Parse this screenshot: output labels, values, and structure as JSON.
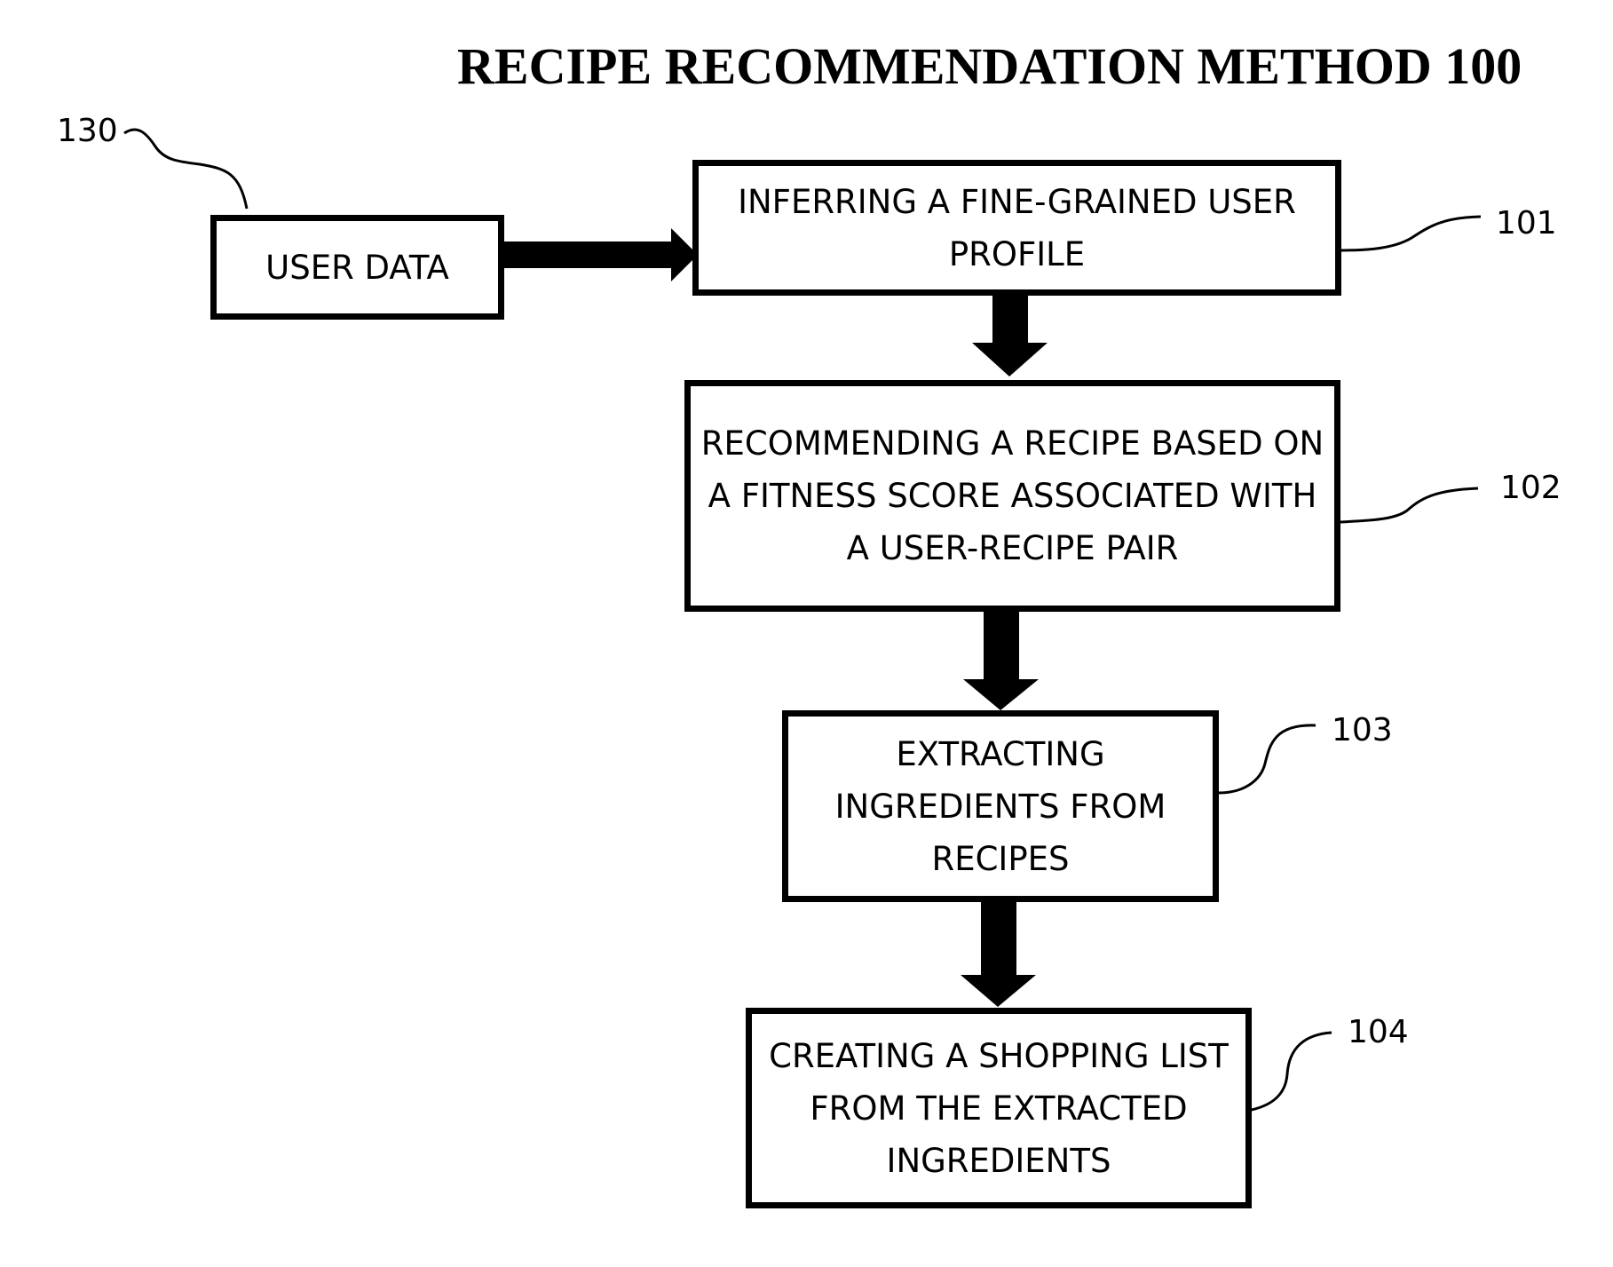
{
  "diagram": {
    "title": "RECIPE RECOMMENDATION METHOD 100",
    "nodes": [
      {
        "id": "user_data",
        "text": "USER DATA",
        "ref": "130"
      },
      {
        "id": "step_101",
        "text": "INFERRING A FINE-GRAINED USER PROFILE",
        "ref": "101"
      },
      {
        "id": "step_102",
        "text": "RECOMMENDING A RECIPE BASED ON A FITNESS SCORE ASSOCIATED WITH A USER-RECIPE PAIR",
        "ref": "102"
      },
      {
        "id": "step_103",
        "text": "EXTRACTING INGREDIENTS FROM RECIPES",
        "ref": "103"
      },
      {
        "id": "step_104",
        "text": "CREATING A SHOPPING LIST FROM THE EXTRACTED INGREDIENTS",
        "ref": "104"
      }
    ],
    "edges": [
      {
        "from": "user_data",
        "to": "step_101"
      },
      {
        "from": "step_101",
        "to": "step_102"
      },
      {
        "from": "step_102",
        "to": "step_103"
      },
      {
        "from": "step_103",
        "to": "step_104"
      }
    ]
  }
}
